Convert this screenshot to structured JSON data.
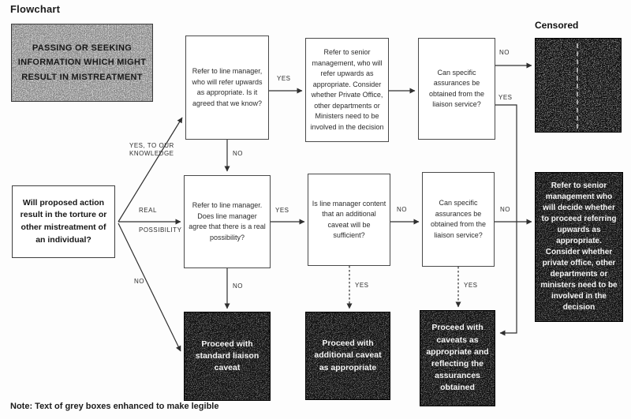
{
  "page": {
    "title": "Flowchart",
    "note": "Note: Text of grey boxes enhanced to make legible",
    "censored_caption": "Censored"
  },
  "nodes": {
    "start": "PASSING OR SEEKING INFORMATION WHICH MIGHT RESULT IN MISTREATMENT",
    "question": "Will proposed action result in the torture or other mistreatment of an individual?",
    "refer_line_manager_know": "Refer to line manager, who will refer upwards as appropriate. Is it agreed that we know?",
    "refer_senior_management": "Refer to senior management, who will refer upwards as appropriate. Consider whether Private Office, other departments or Ministers need to be involved in the decision",
    "assurances_top": "Can specific assurances be obtained from the liaison service?",
    "refer_line_manager_possibility": "Refer to line manager. Does line manager agree that there is a real possibility?",
    "additional_caveat_sufficient": "Is line manager content that an additional caveat will be sufficient?",
    "assurances_mid": "Can specific assurances be obtained from the liaison service?",
    "refer_senior_decide": "Refer to senior management who will decide whether to proceed referring upwards as appropriate. Consider whether private office, other departments or ministers need to be involved in the decision",
    "proceed_standard": "Proceed with standard liaison caveat",
    "proceed_additional": "Proceed with additional caveat as appropriate",
    "proceed_caveats": "Proceed with caveats as appropriate and reflecting the assurances obtained"
  },
  "labels": {
    "yes": "YES",
    "no": "NO",
    "yes_knowledge": "YES, TO OUR KNOWLEDGE",
    "real": "REAL",
    "possibility": "POSSIBILITY"
  },
  "colors": {
    "paper": "#fdfdfd",
    "grey_box_bg": "#c9c9c9",
    "dark_box_bg": "#141414",
    "box_border": "#4a4a4a",
    "text": "#2b2b2b",
    "dark_box_text": "#f4f4f4"
  }
}
